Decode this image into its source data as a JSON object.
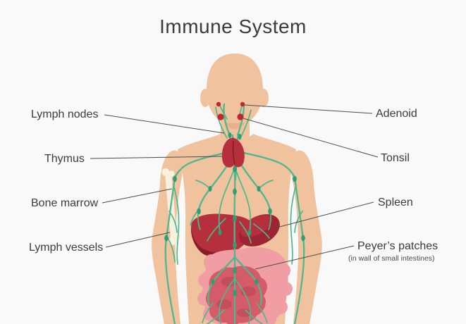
{
  "title": "Immune System",
  "colors": {
    "background": "#f9f9f9",
    "skin": "#f0c39e",
    "skin_shade": "#e7b28b",
    "vessel": "#4cb88c",
    "vessel_node": "#2f9e74",
    "organ_dark": "#9e2433",
    "organ_mid": "#b5303c",
    "organ_deep": "#8a1d29",
    "node_red": "#c1272d",
    "intestine_light": "#f09da3",
    "intestine_mid": "#d45b67",
    "intestine_deep": "#c24f5b",
    "bone": "#f8f1de",
    "text": "#3b3b3b",
    "leader_line": "#4d4d4d"
  },
  "labels": {
    "left": [
      {
        "id": "lymph-nodes",
        "label": "Lymph nodes"
      },
      {
        "id": "thymus",
        "label": "Thymus"
      },
      {
        "id": "bone-marrow",
        "label": "Bone marrow"
      },
      {
        "id": "lymph-vessels",
        "label": "Lymph vessels"
      }
    ],
    "right": [
      {
        "id": "adenoid",
        "label": "Adenoid"
      },
      {
        "id": "tonsil",
        "label": "Tonsil"
      },
      {
        "id": "spleen",
        "label": "Spleen"
      },
      {
        "id": "peyers-patches",
        "label": "Peyer’s patches",
        "sublabel": "(in wall of small intestines)"
      }
    ]
  }
}
